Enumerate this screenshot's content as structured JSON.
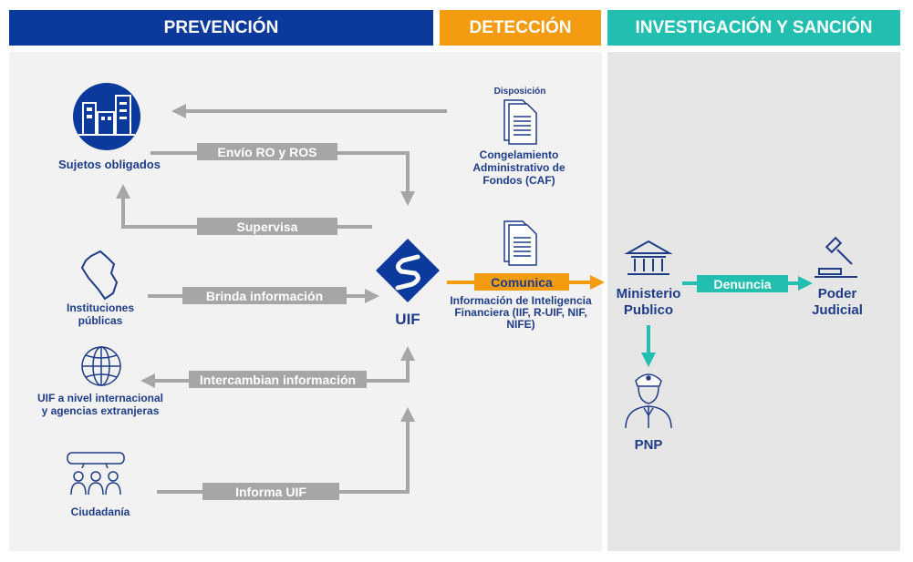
{
  "headers": {
    "prevencion": "PREVENCIÓN",
    "deteccion": "DETECCIÓN",
    "investigacion": "INVESTIGACIÓN Y SANCIÓN"
  },
  "nodes": {
    "sujetos": "Sujetos obligados",
    "instituciones": "Instituciones públicas",
    "uif_internacional": "UIF a nivel internacional y agencias extranjeras",
    "ciudadania": "Ciudadanía",
    "uif": "UIF",
    "disposicion": "Disposición",
    "caf": "Congelamiento Administrativo de Fondos (CAF)",
    "info_financiera": "Información de Inteligencia Financiera (IIF, R-UIF, NIF, NIFE)",
    "ministerio": "Ministerio Publico",
    "poder_judicial": "Poder Judicial",
    "pnp": "PNP"
  },
  "edges": {
    "envio": "Envío RO y ROS",
    "supervisa": "Supervisa",
    "brinda": "Brinda información",
    "intercambian": "Intercambian información",
    "informa": "Informa UIF",
    "comunica": "Comunica",
    "denuncia": "Denuncia"
  },
  "colors": {
    "blue": "#0c3a9c",
    "orange": "#f39c12",
    "teal": "#22bfb1",
    "gray": "#a6a6a6",
    "text": "#1f3c88"
  }
}
